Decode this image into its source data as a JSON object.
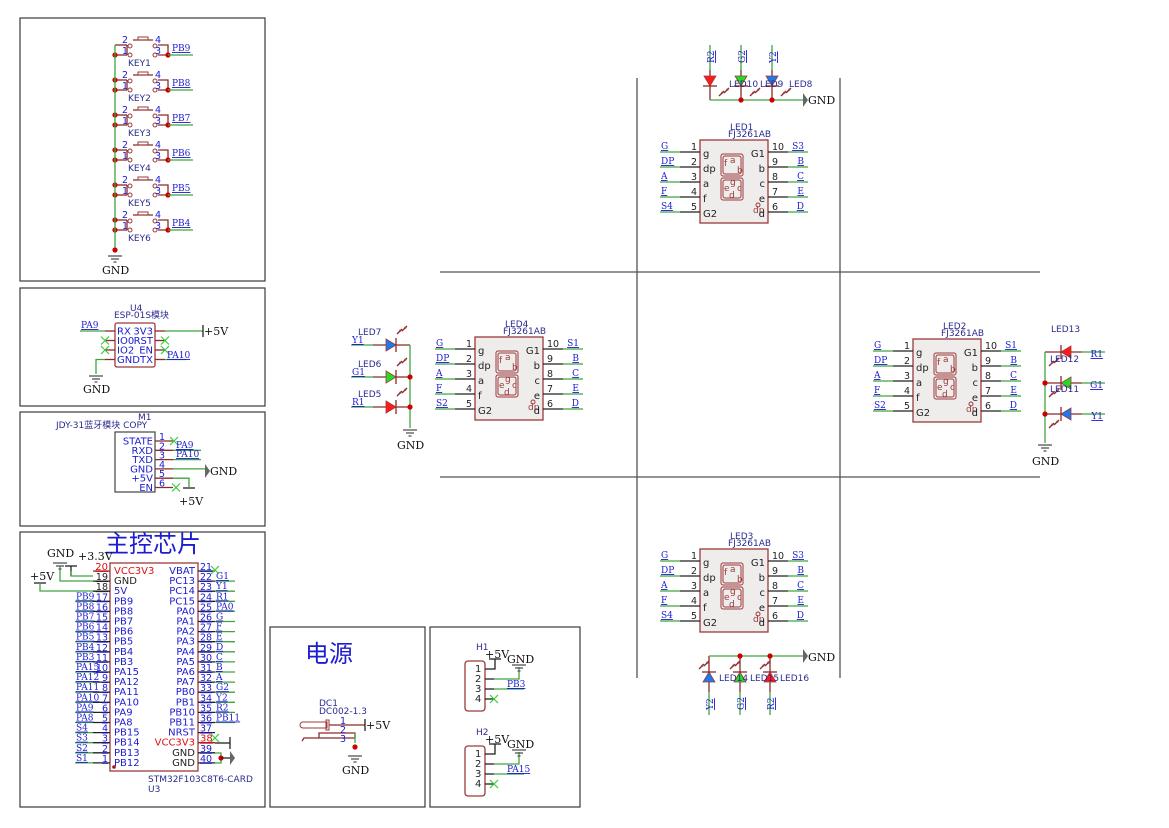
{
  "sections": {
    "keys": {
      "buttons": [
        {
          "ref": "KEY1",
          "net": "PB9"
        },
        {
          "ref": "KEY2",
          "net": "PB8"
        },
        {
          "ref": "KEY3",
          "net": "PB7"
        },
        {
          "ref": "KEY4",
          "net": "PB6"
        },
        {
          "ref": "KEY5",
          "net": "PB5"
        },
        {
          "ref": "KEY6",
          "net": "PB4"
        }
      ],
      "pin_labels": [
        "1",
        "2",
        "3",
        "4"
      ],
      "gnd": "GND"
    },
    "esp": {
      "ref": "U4",
      "value": "ESP-01S模块",
      "left_pins": [
        "RX",
        "IO0",
        "IO2",
        "GND"
      ],
      "right_pins": [
        "3V3",
        "RST",
        "EN",
        "TX"
      ],
      "net_rx": "PA9",
      "net_tx": "PA10",
      "pwr": "+5V",
      "gnd": "GND"
    },
    "bt": {
      "ref": "M1",
      "value": "JDY-31蓝牙模块 COPY",
      "pins": [
        {
          "name": "STATE",
          "num": "1",
          "net": ""
        },
        {
          "name": "RXD",
          "num": "2",
          "net": "PA9"
        },
        {
          "name": "TXD",
          "num": "3",
          "net": "PA10"
        },
        {
          "name": "GND",
          "num": "4",
          "net": "GND"
        },
        {
          "name": "+5V",
          "num": "5",
          "net": "+5V"
        },
        {
          "name": "EN",
          "num": "6",
          "net": ""
        }
      ]
    },
    "mcu": {
      "title": "主控芯片",
      "ref": "U3",
      "value": "STM32F103C8T6-CARD",
      "pwr_gnd": "GND",
      "pwr_33": "+3.3V",
      "pwr_5v": "+5V",
      "left_pins": [
        {
          "num": "20",
          "name": "VCC3V3",
          "net": "",
          "red": true
        },
        {
          "num": "19",
          "name": "GND",
          "net": ""
        },
        {
          "num": "18",
          "name": "5V",
          "net": ""
        },
        {
          "num": "17",
          "name": "PB9",
          "net": "PB9"
        },
        {
          "num": "16",
          "name": "PB8",
          "net": "PB8"
        },
        {
          "num": "15",
          "name": "PB7",
          "net": "PB7"
        },
        {
          "num": "14",
          "name": "PB6",
          "net": "PB6"
        },
        {
          "num": "13",
          "name": "PB5",
          "net": "PB5"
        },
        {
          "num": "12",
          "name": "PB4",
          "net": "PB4"
        },
        {
          "num": "11",
          "name": "PB3",
          "net": "PB3"
        },
        {
          "num": "10",
          "name": "PA15",
          "net": "PA15"
        },
        {
          "num": "9",
          "name": "PA12",
          "net": "PA12"
        },
        {
          "num": "8",
          "name": "PA11",
          "net": "PA11"
        },
        {
          "num": "7",
          "name": "PA10",
          "net": "PA10"
        },
        {
          "num": "6",
          "name": "PA9",
          "net": "PA9"
        },
        {
          "num": "5",
          "name": "PA8",
          "net": "PA8"
        },
        {
          "num": "4",
          "name": "PB15",
          "net": "S4"
        },
        {
          "num": "3",
          "name": "PB14",
          "net": "S3"
        },
        {
          "num": "2",
          "name": "PB13",
          "net": "S2"
        },
        {
          "num": "1",
          "name": "PB12",
          "net": "S1"
        }
      ],
      "right_pins": [
        {
          "num": "21",
          "name": "VBAT",
          "net": ""
        },
        {
          "num": "22",
          "name": "PC13",
          "net": "G1"
        },
        {
          "num": "23",
          "name": "PC14",
          "net": "Y1"
        },
        {
          "num": "24",
          "name": "PC15",
          "net": "R1"
        },
        {
          "num": "25",
          "name": "PA0",
          "net": "PA0"
        },
        {
          "num": "26",
          "name": "PA1",
          "net": "G"
        },
        {
          "num": "27",
          "name": "PA2",
          "net": "F"
        },
        {
          "num": "28",
          "name": "PA3",
          "net": "E"
        },
        {
          "num": "29",
          "name": "PA4",
          "net": "D"
        },
        {
          "num": "30",
          "name": "PA5",
          "net": "C"
        },
        {
          "num": "31",
          "name": "PA6",
          "net": "B"
        },
        {
          "num": "32",
          "name": "PA7",
          "net": "A"
        },
        {
          "num": "33",
          "name": "PB0",
          "net": "G2"
        },
        {
          "num": "34",
          "name": "PB1",
          "net": "Y2"
        },
        {
          "num": "35",
          "name": "PB10",
          "net": "R2"
        },
        {
          "num": "36",
          "name": "PB11",
          "net": "PB11"
        },
        {
          "num": "37",
          "name": "NRST",
          "net": ""
        },
        {
          "num": "38",
          "name": "VCC3V3",
          "net": "+3.3V",
          "red": true
        },
        {
          "num": "39",
          "name": "GND",
          "net": "GND"
        },
        {
          "num": "40",
          "name": "GND",
          "net": ""
        }
      ]
    },
    "power": {
      "title": "电源",
      "ref": "DC1",
      "value": "DC002-1.3",
      "pins": [
        "1",
        "2",
        "3"
      ],
      "pwr": "+5V",
      "gnd": "GND"
    },
    "headers": [
      {
        "ref": "H1",
        "pins": [
          "1",
          "2",
          "3",
          "4"
        ],
        "pwr": "+5V",
        "gnd": "GND",
        "net": "PB3"
      },
      {
        "ref": "H2",
        "pins": [
          "1",
          "2",
          "3",
          "4"
        ],
        "pwr": "+5V",
        "gnd": "GND",
        "net": "PA15"
      }
    ],
    "displays": [
      {
        "ref": "LED1",
        "value": "FJ3261AB",
        "left_nets": [
          "G",
          "DP",
          "A",
          "F",
          "S4"
        ],
        "right_nets": [
          "S3",
          "B",
          "C",
          "E",
          "D"
        ]
      },
      {
        "ref": "LED4",
        "value": "FJ3261AB",
        "left_nets": [
          "G",
          "DP",
          "A",
          "F",
          "S2"
        ],
        "right_nets": [
          "S1",
          "B",
          "C",
          "E",
          "D"
        ]
      },
      {
        "ref": "LED2",
        "value": "FJ3261AB",
        "left_nets": [
          "G",
          "DP",
          "A",
          "F",
          "S2"
        ],
        "right_nets": [
          "S1",
          "B",
          "C",
          "E",
          "D"
        ]
      },
      {
        "ref": "LED3",
        "value": "FJ3261AB",
        "left_nets": [
          "G",
          "DP",
          "A",
          "F",
          "S4"
        ],
        "right_nets": [
          "S3",
          "B",
          "C",
          "E",
          "D"
        ]
      }
    ],
    "display_pins": {
      "left_nums": [
        "1",
        "2",
        "3",
        "4",
        "5"
      ],
      "left_names": [
        "g",
        "dp",
        "a",
        "f",
        "G2"
      ],
      "right_nums": [
        "10",
        "9",
        "8",
        "7",
        "6"
      ],
      "right_names": [
        "G1",
        "b",
        "c",
        "e",
        "d"
      ],
      "seg_labels": [
        "a",
        "b",
        "f",
        "g",
        "e",
        "c",
        "d",
        "dp"
      ]
    },
    "traffic_lights": {
      "north": {
        "leds": [
          "LED10",
          "LED9",
          "LED8"
        ],
        "nets": [
          "R2",
          "G2",
          "Y2"
        ],
        "gnd": "GND"
      },
      "west": {
        "leds": [
          "LED7",
          "LED6",
          "LED5"
        ],
        "nets": [
          "Y1",
          "G1",
          "R1"
        ],
        "gnd": "GND"
      },
      "east": {
        "leds": [
          "LED13",
          "LED12",
          "LED11"
        ],
        "nets": [
          "R1",
          "G1",
          "Y1"
        ],
        "gnd": "GND"
      },
      "south": {
        "leds": [
          "LED14",
          "LED15",
          "LED16"
        ],
        "nets": [
          "Y2",
          "G2",
          "R2"
        ],
        "gnd": "GND"
      }
    },
    "led_colors": {
      "red": "#ff1a1a",
      "green": "#22dd22",
      "blue": "#1a7aee"
    }
  }
}
